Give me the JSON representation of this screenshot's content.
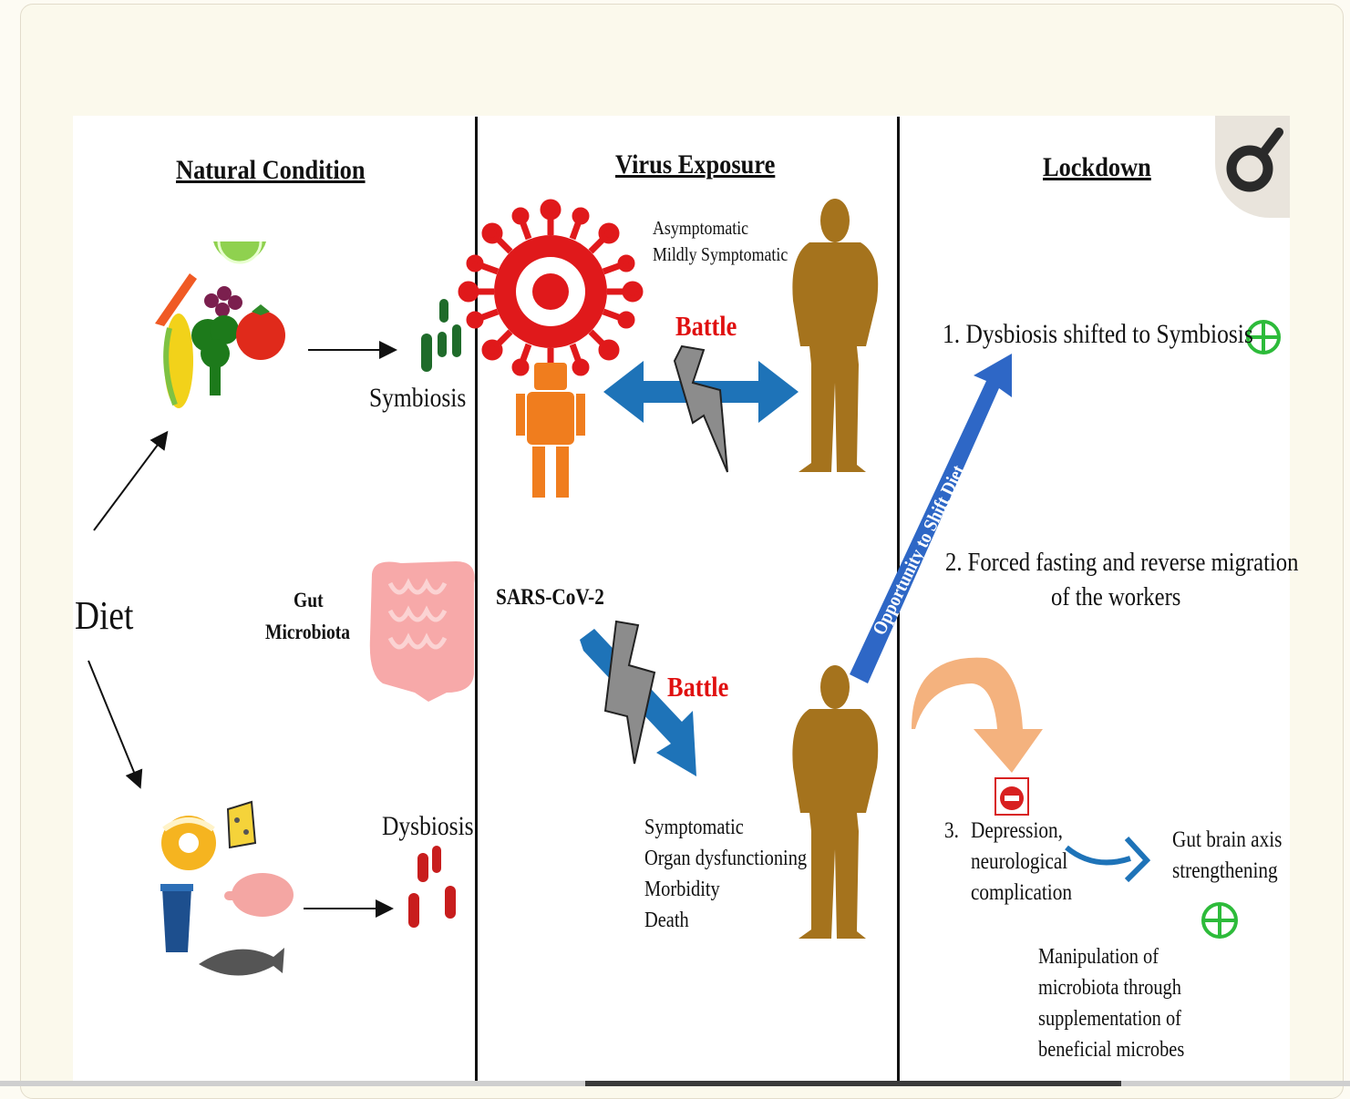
{
  "headers": {
    "natural": "Natural Condition",
    "virus": "Virus Exposure",
    "lockdown": "Lockdown"
  },
  "natural": {
    "diet": "Diet",
    "symbiosis": "Symbiosis",
    "gut_microbiota_1": "Gut",
    "gut_microbiota_2": "Microbiota",
    "dysbiosis": "Dysbiosis"
  },
  "virus": {
    "asymptomatic": "Asymptomatic",
    "mildly": "Mildly Symptomatic",
    "battle_top": "Battle",
    "sars": "SARS-CoV-2",
    "battle_bottom": "Battle",
    "outcomes": [
      "Symptomatic",
      "Organ dysfunctioning",
      "Morbidity",
      "Death"
    ]
  },
  "lockdown": {
    "point1": "1. Dysbiosis shifted to  Symbiosis",
    "arrow_label": "Opportunity to Shift Diet",
    "point2_line1": "2. Forced fasting and reverse migration",
    "point2_line2": "of the workers",
    "point3_num": "3.",
    "point3_lines": [
      "Depression,",
      "neurological",
      "complication"
    ],
    "gut_brain_1": "Gut brain axis",
    "gut_brain_2": "strengthening",
    "manipulation": [
      "Manipulation of",
      "microbiota through",
      "supplementation of",
      "beneficial microbes"
    ]
  },
  "colors": {
    "virus_red": "#e0191b",
    "human_brown": "#a5731d",
    "arrow_blue": "#1e73b8",
    "plus_green": "#2dbb3a",
    "battle_red": "#e01010"
  }
}
